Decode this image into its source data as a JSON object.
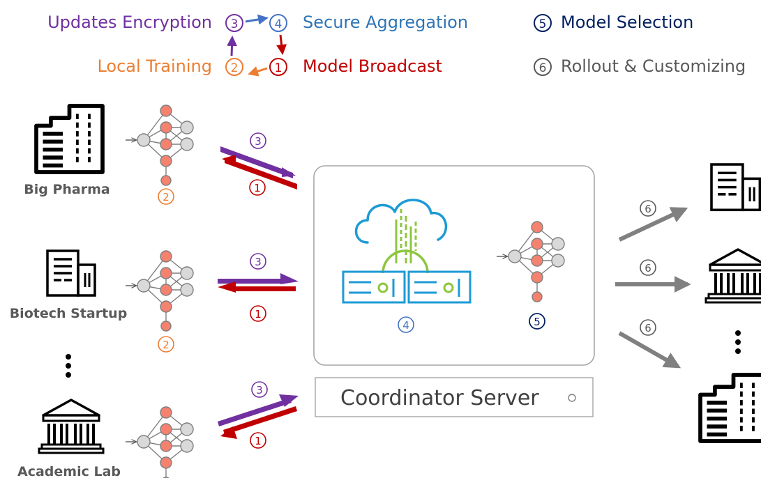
{
  "legend": {
    "step1": {
      "num": "1",
      "label": "Model Broadcast"
    },
    "step2": {
      "num": "2",
      "label": "Local Training"
    },
    "step3": {
      "num": "3",
      "label": "Updates Encryption"
    },
    "step4": {
      "num": "4",
      "label": "Secure Aggregation"
    },
    "step5": {
      "num": "5",
      "label": "Model Selection"
    },
    "step6": {
      "num": "6",
      "label": "Rollout & Customizing"
    }
  },
  "participants": [
    {
      "name": "Big Pharma",
      "icon": "office-building-icon"
    },
    {
      "name": "Biotech Startup",
      "icon": "small-building-icon"
    },
    {
      "name": "Academic Lab",
      "icon": "institution-icon"
    }
  ],
  "server": {
    "label": "Coordinator Server",
    "cloud_icon": "cloud-server-icon"
  },
  "colors": {
    "broadcast": "#c00000",
    "training": "#ed7d31",
    "encryption": "#7030a0",
    "aggregation": "#4472c4",
    "selection": "#002060",
    "rollout": "#595959",
    "node_red": "#f4826f",
    "node_grey": "#d9d9d9",
    "cloud_blue": "#1c9ad6",
    "green": "#8dc63f"
  }
}
